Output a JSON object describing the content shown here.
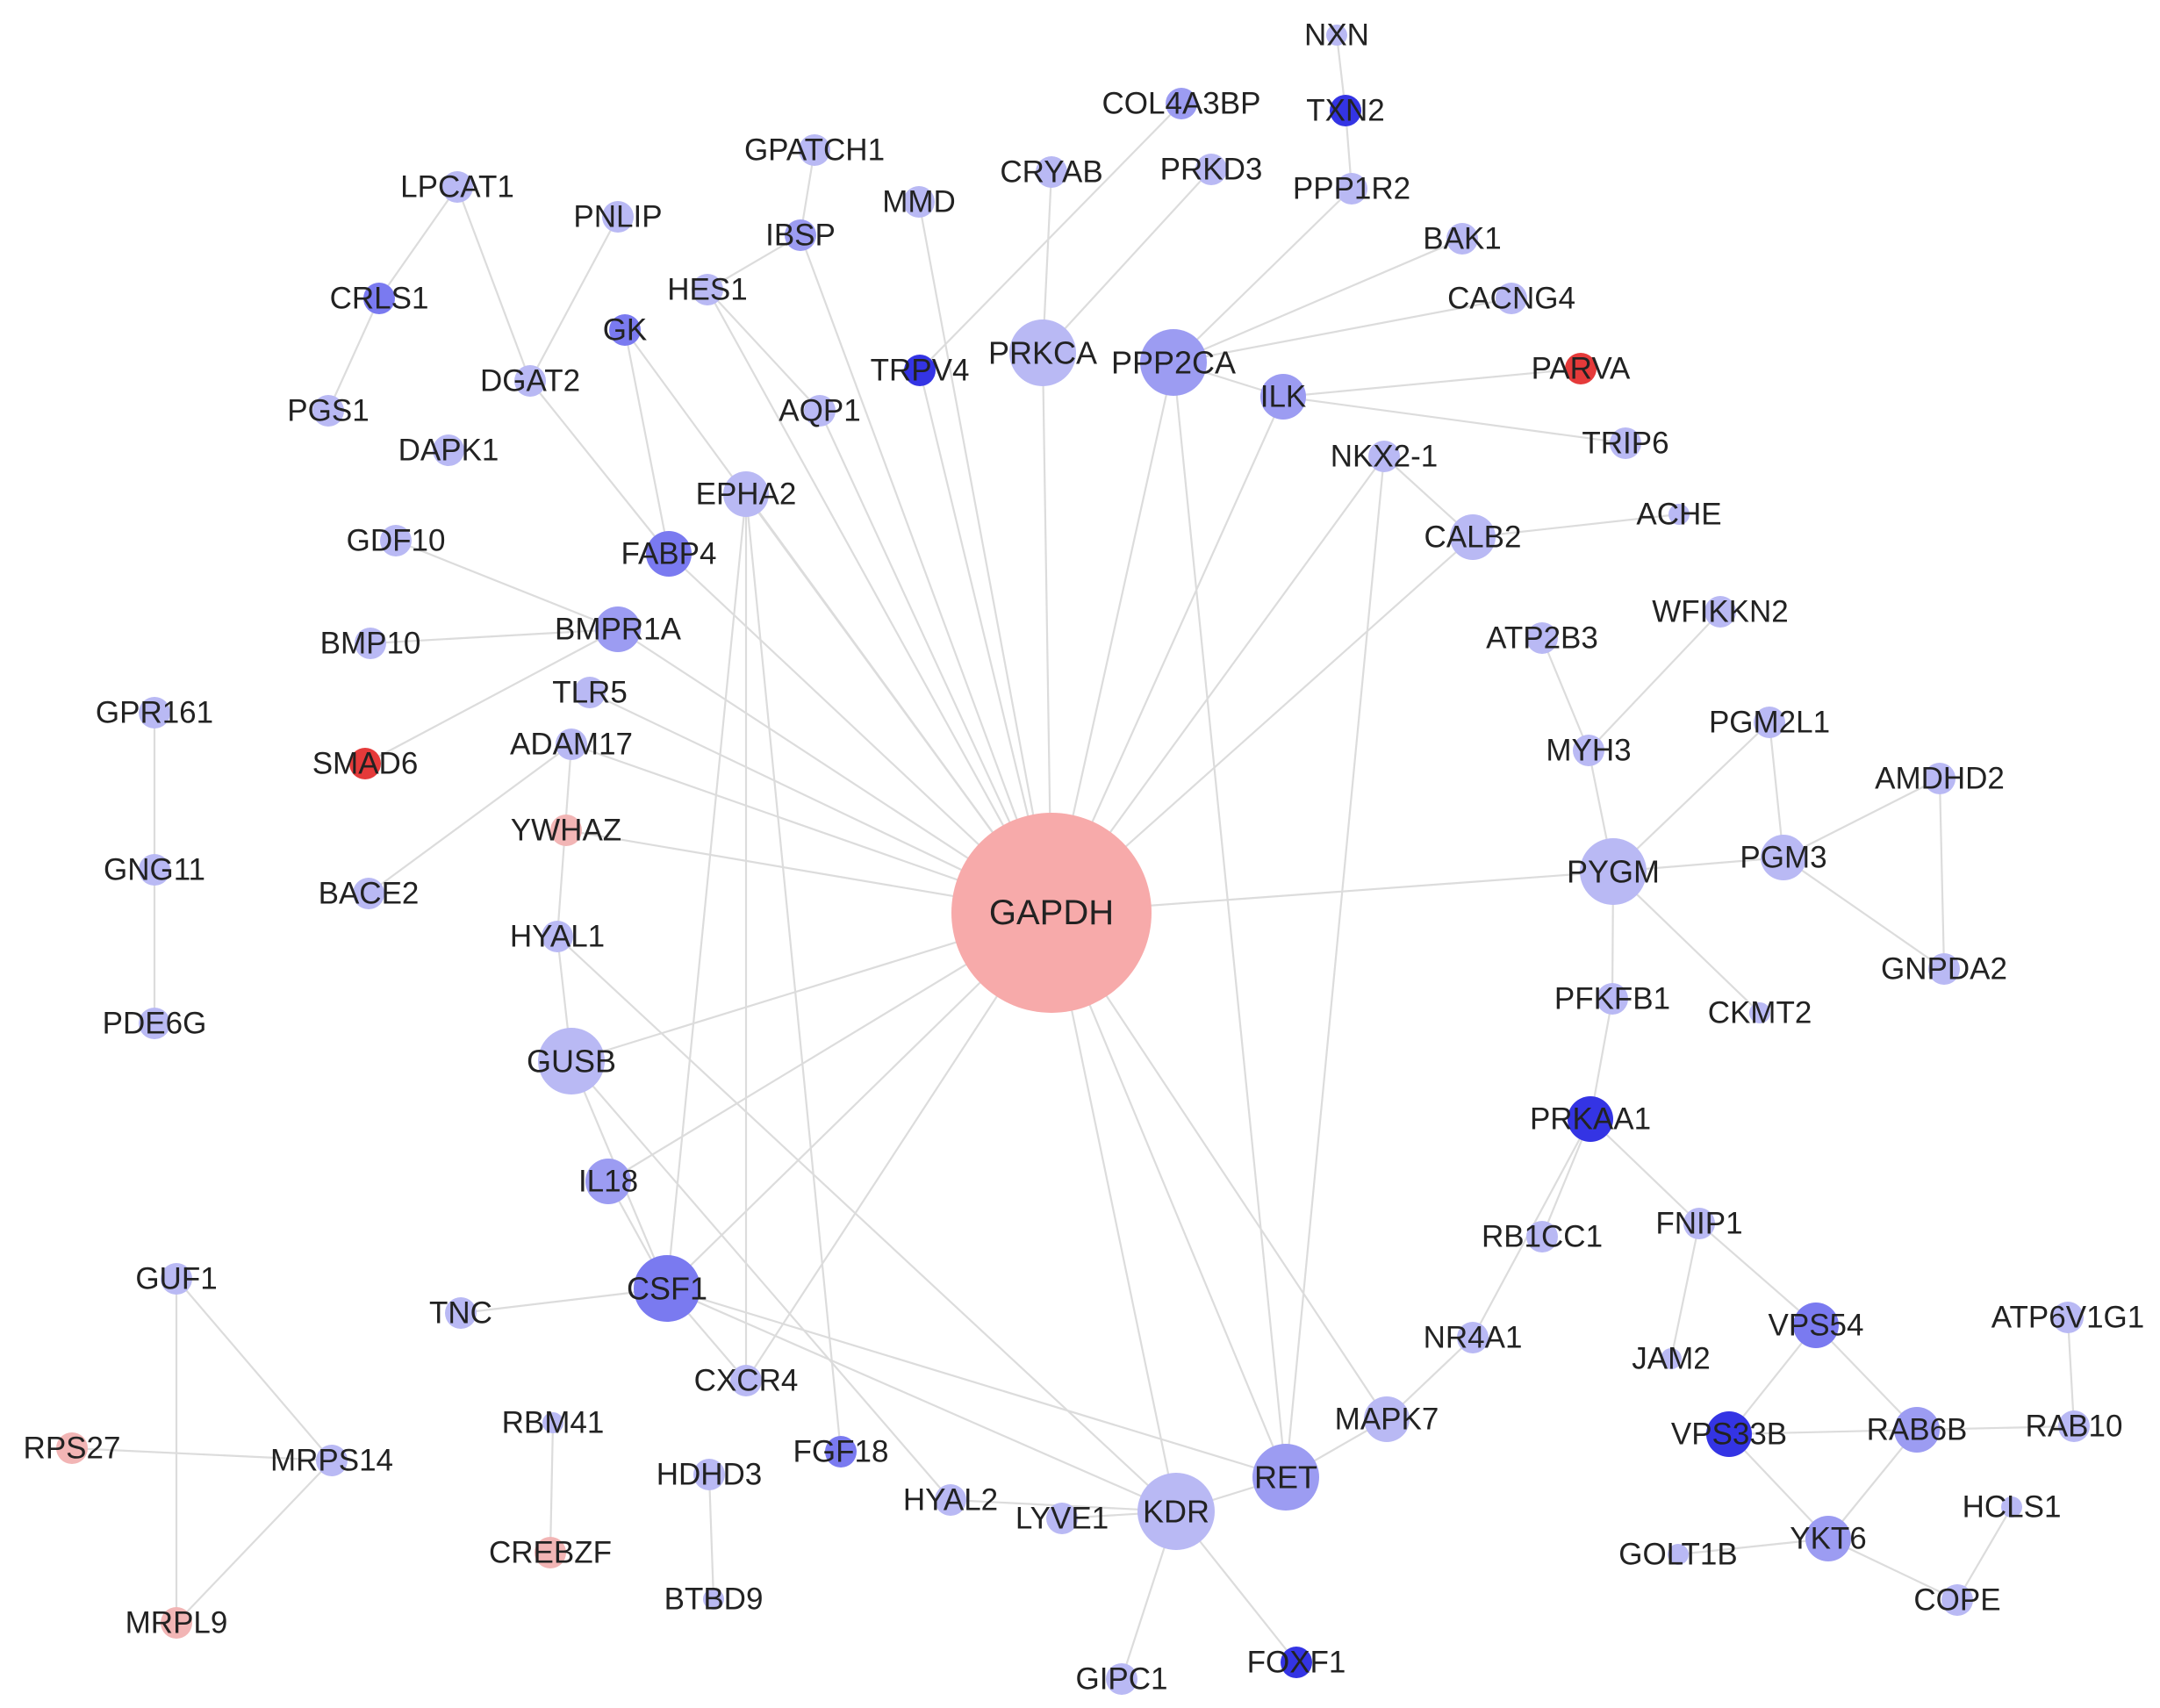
{
  "colors": {
    "background": "#ffffff",
    "edge": "#dcdcdc",
    "label": "#222222",
    "hub": "#f7aaaa",
    "light_red": "#f2b5b5",
    "red": "#e53a3a",
    "light_blue": "#b9b9f4",
    "mid_blue": "#9c9cf2",
    "blue": "#7a7af0",
    "deep_blue": "#3434e4"
  },
  "nodes": [
    {
      "id": "GAPDH",
      "label": "GAPDH",
      "color": "hub",
      "size": "hub"
    },
    {
      "id": "NXN",
      "label": "NXN",
      "color": "light_blue",
      "size": "tiny"
    },
    {
      "id": "COL4A3BP",
      "label": "COL4A3BP",
      "color": "mid_blue",
      "size": "small"
    },
    {
      "id": "TXN2",
      "label": "TXN2",
      "color": "deep_blue",
      "size": "small"
    },
    {
      "id": "GPATCH1",
      "label": "GPATCH1",
      "color": "light_blue",
      "size": "small"
    },
    {
      "id": "CRYAB",
      "label": "CRYAB",
      "color": "light_blue",
      "size": "small"
    },
    {
      "id": "PRKD3",
      "label": "PRKD3",
      "color": "light_blue",
      "size": "small"
    },
    {
      "id": "PPP1R2",
      "label": "PPP1R2",
      "color": "light_blue",
      "size": "small"
    },
    {
      "id": "LPCAT1",
      "label": "LPCAT1",
      "color": "light_blue",
      "size": "small"
    },
    {
      "id": "MMD",
      "label": "MMD",
      "color": "light_blue",
      "size": "small"
    },
    {
      "id": "PNLIP",
      "label": "PNLIP",
      "color": "light_blue",
      "size": "small"
    },
    {
      "id": "IBSP",
      "label": "IBSP",
      "color": "mid_blue",
      "size": "small"
    },
    {
      "id": "BAK1",
      "label": "BAK1",
      "color": "light_blue",
      "size": "small"
    },
    {
      "id": "CRLS1",
      "label": "CRLS1",
      "color": "blue",
      "size": "small"
    },
    {
      "id": "HES1",
      "label": "HES1",
      "color": "light_blue",
      "size": "small"
    },
    {
      "id": "GK",
      "label": "GK",
      "color": "blue",
      "size": "small"
    },
    {
      "id": "CACNG4",
      "label": "CACNG4",
      "color": "light_blue",
      "size": "small"
    },
    {
      "id": "PRKCA",
      "label": "PRKCA",
      "color": "light_blue",
      "size": "medium"
    },
    {
      "id": "PPP2CA",
      "label": "PPP2CA",
      "color": "mid_blue",
      "size": "medium"
    },
    {
      "id": "TRPV4",
      "label": "TRPV4",
      "color": "deep_blue",
      "size": "small"
    },
    {
      "id": "PARVA",
      "label": "PARVA",
      "color": "red",
      "size": "small"
    },
    {
      "id": "DGAT2",
      "label": "DGAT2",
      "color": "light_blue",
      "size": "small"
    },
    {
      "id": "ILK",
      "label": "ILK",
      "color": "mid_blue",
      "size": "medium_small"
    },
    {
      "id": "PGS1",
      "label": "PGS1",
      "color": "light_blue",
      "size": "small"
    },
    {
      "id": "AQP1",
      "label": "AQP1",
      "color": "light_blue",
      "size": "small"
    },
    {
      "id": "TRIP6",
      "label": "TRIP6",
      "color": "light_blue",
      "size": "small"
    },
    {
      "id": "DAPK1",
      "label": "DAPK1",
      "color": "light_blue",
      "size": "small"
    },
    {
      "id": "NKX2-1",
      "label": "NKX2-1",
      "color": "light_blue",
      "size": "small"
    },
    {
      "id": "EPHA2",
      "label": "EPHA2",
      "color": "light_blue",
      "size": "medium_small"
    },
    {
      "id": "ACHE",
      "label": "ACHE",
      "color": "light_blue",
      "size": "tiny"
    },
    {
      "id": "GDF10",
      "label": "GDF10",
      "color": "light_blue",
      "size": "small"
    },
    {
      "id": "CALB2",
      "label": "CALB2",
      "color": "light_blue",
      "size": "medium_small"
    },
    {
      "id": "FABP4",
      "label": "FABP4",
      "color": "blue",
      "size": "medium_small"
    },
    {
      "id": "WFIKKN2",
      "label": "WFIKKN2",
      "color": "light_blue",
      "size": "small"
    },
    {
      "id": "BMPR1A",
      "label": "BMPR1A",
      "color": "mid_blue",
      "size": "medium_small"
    },
    {
      "id": "BMP10",
      "label": "BMP10",
      "color": "light_blue",
      "size": "small"
    },
    {
      "id": "ATP2B3",
      "label": "ATP2B3",
      "color": "light_blue",
      "size": "small"
    },
    {
      "id": "TLR5",
      "label": "TLR5",
      "color": "light_blue",
      "size": "small"
    },
    {
      "id": "GPR161",
      "label": "GPR161",
      "color": "light_blue",
      "size": "small"
    },
    {
      "id": "PGM2L1",
      "label": "PGM2L1",
      "color": "light_blue",
      "size": "small"
    },
    {
      "id": "SMAD6",
      "label": "SMAD6",
      "color": "red",
      "size": "small"
    },
    {
      "id": "ADAM17",
      "label": "ADAM17",
      "color": "light_blue",
      "size": "small"
    },
    {
      "id": "MYH3",
      "label": "MYH3",
      "color": "light_blue",
      "size": "small"
    },
    {
      "id": "AMDHD2",
      "label": "AMDHD2",
      "color": "light_blue",
      "size": "small"
    },
    {
      "id": "YWHAZ",
      "label": "YWHAZ",
      "color": "light_red",
      "size": "small"
    },
    {
      "id": "PYGM",
      "label": "PYGM",
      "color": "light_blue",
      "size": "medium"
    },
    {
      "id": "PGM3",
      "label": "PGM3",
      "color": "light_blue",
      "size": "medium_small"
    },
    {
      "id": "GNG11",
      "label": "GNG11",
      "color": "light_blue",
      "size": "small"
    },
    {
      "id": "BACE2",
      "label": "BACE2",
      "color": "light_blue",
      "size": "small"
    },
    {
      "id": "HYAL1",
      "label": "HYAL1",
      "color": "light_blue",
      "size": "small"
    },
    {
      "id": "GNPDA2",
      "label": "GNPDA2",
      "color": "light_blue",
      "size": "small"
    },
    {
      "id": "PFKFB1",
      "label": "PFKFB1",
      "color": "light_blue",
      "size": "small"
    },
    {
      "id": "CKMT2",
      "label": "CKMT2",
      "color": "light_blue",
      "size": "tiny"
    },
    {
      "id": "PDE6G",
      "label": "PDE6G",
      "color": "light_blue",
      "size": "small"
    },
    {
      "id": "GUSB",
      "label": "GUSB",
      "color": "light_blue",
      "size": "medium"
    },
    {
      "id": "PRKAA1",
      "label": "PRKAA1",
      "color": "deep_blue",
      "size": "medium_small"
    },
    {
      "id": "IL18",
      "label": "IL18",
      "color": "mid_blue",
      "size": "medium_small"
    },
    {
      "id": "RB1CC1",
      "label": "RB1CC1",
      "color": "light_blue",
      "size": "small"
    },
    {
      "id": "FNIP1",
      "label": "FNIP1",
      "color": "light_blue",
      "size": "small"
    },
    {
      "id": "GUF1",
      "label": "GUF1",
      "color": "light_blue",
      "size": "small"
    },
    {
      "id": "CSF1",
      "label": "CSF1",
      "color": "blue",
      "size": "medium"
    },
    {
      "id": "TNC",
      "label": "TNC",
      "color": "light_blue",
      "size": "small"
    },
    {
      "id": "ATP6V1G1",
      "label": "ATP6V1G1",
      "color": "light_blue",
      "size": "small"
    },
    {
      "id": "VPS54",
      "label": "VPS54",
      "color": "blue",
      "size": "medium_small"
    },
    {
      "id": "NR4A1",
      "label": "NR4A1",
      "color": "light_blue",
      "size": "small"
    },
    {
      "id": "JAM2",
      "label": "JAM2",
      "color": "light_blue",
      "size": "tiny"
    },
    {
      "id": "CXCR4",
      "label": "CXCR4",
      "color": "light_blue",
      "size": "small"
    },
    {
      "id": "RPS27",
      "label": "RPS27",
      "color": "light_red",
      "size": "small"
    },
    {
      "id": "RBM41",
      "label": "RBM41",
      "color": "light_blue",
      "size": "tiny"
    },
    {
      "id": "MRPS14",
      "label": "MRPS14",
      "color": "light_blue",
      "size": "small"
    },
    {
      "id": "MAPK7",
      "label": "MAPK7",
      "color": "light_blue",
      "size": "medium_small"
    },
    {
      "id": "VPS33B",
      "label": "VPS33B",
      "color": "deep_blue",
      "size": "medium_small"
    },
    {
      "id": "RAB6B",
      "label": "RAB6B",
      "color": "mid_blue",
      "size": "medium_small"
    },
    {
      "id": "RAB10",
      "label": "RAB10",
      "color": "light_blue",
      "size": "small"
    },
    {
      "id": "FGF18",
      "label": "FGF18",
      "color": "blue",
      "size": "small"
    },
    {
      "id": "HDHD3",
      "label": "HDHD3",
      "color": "light_blue",
      "size": "small"
    },
    {
      "id": "RET",
      "label": "RET",
      "color": "mid_blue",
      "size": "medium"
    },
    {
      "id": "HYAL2",
      "label": "HYAL2",
      "color": "light_blue",
      "size": "small"
    },
    {
      "id": "LYVE1",
      "label": "LYVE1",
      "color": "light_blue",
      "size": "small"
    },
    {
      "id": "KDR",
      "label": "KDR",
      "color": "light_blue",
      "size": "large"
    },
    {
      "id": "HCLS1",
      "label": "HCLS1",
      "color": "light_blue",
      "size": "tiny"
    },
    {
      "id": "CREBZF",
      "label": "CREBZF",
      "color": "light_red",
      "size": "small"
    },
    {
      "id": "GOLT1B",
      "label": "GOLT1B",
      "color": "light_blue",
      "size": "tiny"
    },
    {
      "id": "YKT6",
      "label": "YKT6",
      "color": "mid_blue",
      "size": "medium_small"
    },
    {
      "id": "BTBD9",
      "label": "BTBD9",
      "color": "light_blue",
      "size": "tiny"
    },
    {
      "id": "COPE",
      "label": "COPE",
      "color": "light_blue",
      "size": "small"
    },
    {
      "id": "MRPL9",
      "label": "MRPL9",
      "color": "light_red",
      "size": "small"
    },
    {
      "id": "GIPC1",
      "label": "GIPC1",
      "color": "light_blue",
      "size": "small"
    },
    {
      "id": "FOXF1",
      "label": "FOXF1",
      "color": "deep_blue",
      "size": "small"
    }
  ],
  "edges": [
    [
      "GAPDH",
      "PRKCA"
    ],
    [
      "GAPDH",
      "PPP2CA"
    ],
    [
      "GAPDH",
      "ILK"
    ],
    [
      "GAPDH",
      "CALB2"
    ],
    [
      "GAPDH",
      "NKX2-1"
    ],
    [
      "GAPDH",
      "PYGM"
    ],
    [
      "GAPDH",
      "KDR"
    ],
    [
      "GAPDH",
      "RET"
    ],
    [
      "GAPDH",
      "MAPK7"
    ],
    [
      "GAPDH",
      "CSF1"
    ],
    [
      "GAPDH",
      "GUSB"
    ],
    [
      "GAPDH",
      "IL18"
    ],
    [
      "GAPDH",
      "YWHAZ"
    ],
    [
      "GAPDH",
      "ADAM17"
    ],
    [
      "GAPDH",
      "TLR5"
    ],
    [
      "GAPDH",
      "BMPR1A"
    ],
    [
      "GAPDH",
      "FABP4"
    ],
    [
      "GAPDH",
      "EPHA2"
    ],
    [
      "GAPDH",
      "AQP1"
    ],
    [
      "GAPDH",
      "TRPV4"
    ],
    [
      "GAPDH",
      "IBSP"
    ],
    [
      "GAPDH",
      "MMD"
    ],
    [
      "GAPDH",
      "HES1"
    ],
    [
      "GAPDH",
      "GK"
    ],
    [
      "GAPDH",
      "CXCR4"
    ],
    [
      "PRKCA",
      "CRYAB"
    ],
    [
      "PPP2CA",
      "ILK"
    ],
    [
      "PPP2CA",
      "PPP1R2"
    ],
    [
      "PPP2CA",
      "BAK1"
    ],
    [
      "PPP2CA",
      "CACNG4"
    ],
    [
      "PPP2CA",
      "RET"
    ],
    [
      "PPP1R2",
      "TXN2"
    ],
    [
      "TXN2",
      "NXN"
    ],
    [
      "ILK",
      "PARVA"
    ],
    [
      "ILK",
      "TRIP6"
    ],
    [
      "NKX2-1",
      "CALB2"
    ],
    [
      "NKX2-1",
      "RET"
    ],
    [
      "CALB2",
      "ACHE"
    ],
    [
      "ATP2B3",
      "MYH3"
    ],
    [
      "MYH3",
      "WFIKKN2"
    ],
    [
      "MYH3",
      "PYGM"
    ],
    [
      "PYGM",
      "PGM2L1"
    ],
    [
      "PYGM",
      "PGM3"
    ],
    [
      "PYGM",
      "CKMT2"
    ],
    [
      "PYGM",
      "PFKFB1"
    ],
    [
      "PGM2L1",
      "PGM3"
    ],
    [
      "PGM3",
      "AMDHD2"
    ],
    [
      "PGM3",
      "GNPDA2"
    ],
    [
      "AMDHD2",
      "GNPDA2"
    ],
    [
      "PFKFB1",
      "PRKAA1"
    ],
    [
      "PRKAA1",
      "RB1CC1"
    ],
    [
      "PRKAA1",
      "FNIP1"
    ],
    [
      "PRKAA1",
      "NR4A1"
    ],
    [
      "FNIP1",
      "JAM2"
    ],
    [
      "NR4A1",
      "MAPK7"
    ],
    [
      "MAPK7",
      "RET"
    ],
    [
      "RET",
      "KDR"
    ],
    [
      "RET",
      "CSF1"
    ],
    [
      "KDR",
      "CSF1"
    ],
    [
      "KDR",
      "LYVE1"
    ],
    [
      "KDR",
      "GIPC1"
    ],
    [
      "KDR",
      "FOXF1"
    ],
    [
      "KDR",
      "HYAL2"
    ],
    [
      "KDR",
      "HYAL1"
    ],
    [
      "CSF1",
      "TNC"
    ],
    [
      "CSF1",
      "IL18"
    ],
    [
      "CSF1",
      "CXCR4"
    ],
    [
      "CSF1",
      "GUSB"
    ],
    [
      "CSF1",
      "EPHA2"
    ],
    [
      "GUSB",
      "HYAL1"
    ],
    [
      "GUSB",
      "HYAL2"
    ],
    [
      "HYAL1",
      "ADAM17"
    ],
    [
      "ADAM17",
      "BACE2"
    ],
    [
      "EPHA2",
      "FGF18"
    ],
    [
      "EPHA2",
      "CXCR4"
    ],
    [
      "BMPR1A",
      "BMP10"
    ],
    [
      "BMPR1A",
      "SMAD6"
    ],
    [
      "BMPR1A",
      "GDF10"
    ],
    [
      "FABP4",
      "DGAT2"
    ],
    [
      "FABP4",
      "GK"
    ],
    [
      "DGAT2",
      "LPCAT1"
    ],
    [
      "DGAT2",
      "PNLIP"
    ],
    [
      "CRLS1",
      "PGS1"
    ],
    [
      "CRLS1",
      "LPCAT1"
    ],
    [
      "IBSP",
      "GPATCH1"
    ],
    [
      "HES1",
      "IBSP"
    ],
    [
      "TRPV4",
      "COL4A3BP"
    ],
    [
      "PRKCA",
      "PRKD3"
    ],
    [
      "GPR161",
      "GNG11"
    ],
    [
      "GNG11",
      "PDE6G"
    ],
    [
      "GUF1",
      "MRPS14"
    ],
    [
      "GUF1",
      "MRPL9"
    ],
    [
      "MRPS14",
      "RPS27"
    ],
    [
      "MRPS14",
      "MRPL9"
    ],
    [
      "RBM41",
      "CREBZF"
    ],
    [
      "HDHD3",
      "BTBD9"
    ],
    [
      "VPS54",
      "RAB6B"
    ],
    [
      "VPS54",
      "VPS33B"
    ],
    [
      "VPS54",
      "FNIP1"
    ],
    [
      "VPS33B",
      "RAB6B"
    ],
    [
      "VPS33B",
      "YKT6"
    ],
    [
      "RAB6B",
      "RAB10"
    ],
    [
      "RAB6B",
      "YKT6"
    ],
    [
      "RAB10",
      "ATP6V1G1"
    ],
    [
      "YKT6",
      "COPE"
    ],
    [
      "YKT6",
      "GOLT1B"
    ],
    [
      "COPE",
      "HCLS1"
    ],
    [
      "AQP1",
      "HES1"
    ]
  ]
}
